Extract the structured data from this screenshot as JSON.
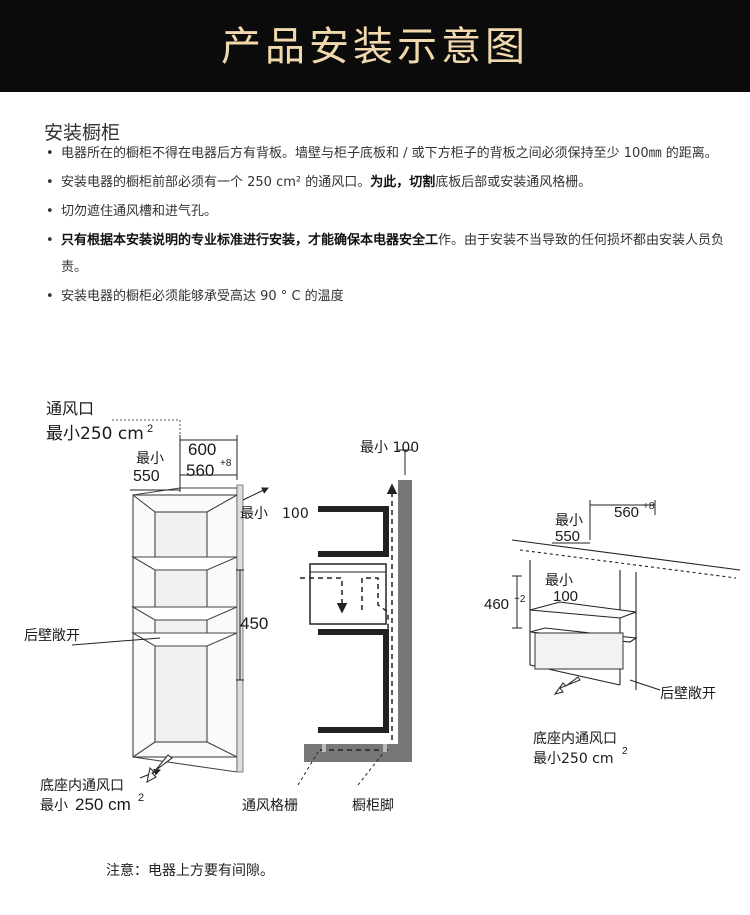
{
  "header": {
    "title": "产品安装示意图"
  },
  "section": {
    "title": "安装橱柜",
    "bullets": [
      {
        "parts": [
          {
            "text": "电器所在的橱柜不得在电器后方有背板。墙壁与柜子底板和 / 或下方柜子的背板之间必须保持至少 100㎜ 的距离。",
            "bold": false
          }
        ]
      },
      {
        "parts": [
          {
            "text": "安装电器的橱柜前部必须有一个 250 cm² 的通风口。",
            "bold": false
          },
          {
            "text": "为此，切割",
            "bold": true
          },
          {
            "text": "底板后部或安装通风格栅。",
            "bold": false
          }
        ]
      },
      {
        "parts": [
          {
            "text": "切勿遮住通风槽和进气孔。",
            "bold": false
          }
        ]
      },
      {
        "parts": [
          {
            "text": "只有根据本安装说明的专业标准进行安装，才能确保本电器安全工",
            "bold": true
          },
          {
            "text": "作。由于安装不当导致的任何损坏都由安装人员负责。",
            "bold": false
          }
        ]
      },
      {
        "parts": [
          {
            "text": "安装电器的橱柜必须能够承受高达 90 ° C 的温度",
            "bold": false
          }
        ]
      }
    ]
  },
  "diagram": {
    "tall": {
      "vent_label": "通风口",
      "vent_min": "最小250 cm",
      "vent_sup": "2",
      "min_label": "最小",
      "dim_550": "550",
      "dim_600": "600",
      "dim_560": "560",
      "dim_560_tol": "+8",
      "dim_100": "最小　100",
      "dim_450": "450",
      "rear_open": "后壁敞开",
      "base_vent": "底座内通风口",
      "base_min": "最小",
      "base_val": "250 cm",
      "base_sup": "2"
    },
    "section": {
      "top_gap": "最小 100",
      "grille": "通风格栅",
      "foot": "橱柜脚"
    },
    "under": {
      "dim_560": "560",
      "dim_560_tol": "+8",
      "min_label": "最小",
      "dim_550": "550",
      "dim_460": "460",
      "dim_460_tol": "+2",
      "dim_min100_a": "最小",
      "dim_min100_b": "100",
      "rear_open": "后壁敞开",
      "base_vent": "底座内通风口",
      "base_min": "最小250 cm",
      "base_sup": "2"
    }
  },
  "note": "注意：电器上方要有间隙。"
}
